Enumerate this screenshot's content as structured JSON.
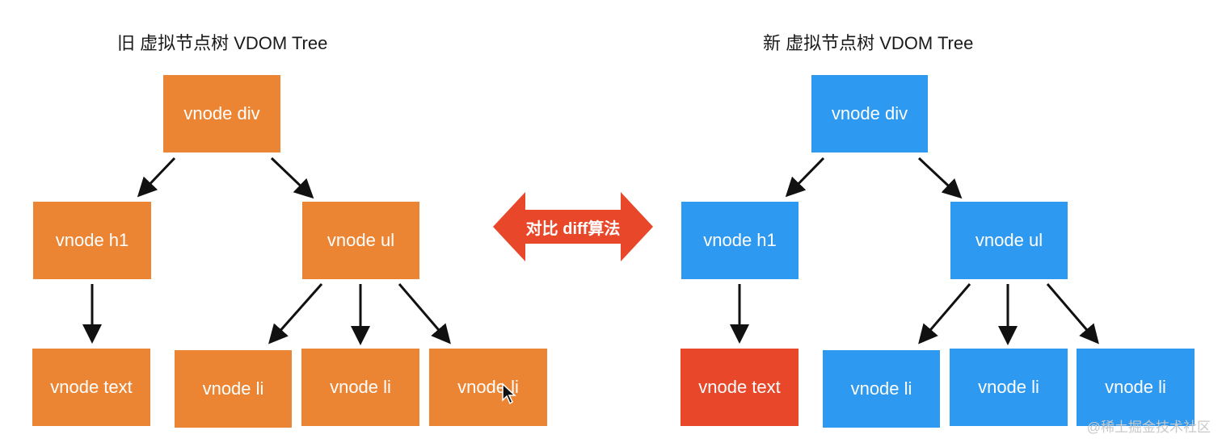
{
  "old_tree": {
    "title": "旧 虚拟节点树 VDOM Tree",
    "root": "vnode div",
    "h1": "vnode h1",
    "ul": "vnode ul",
    "text": "vnode text",
    "li_1": "vnode li",
    "li_2": "vnode li",
    "li_3": "vnode li"
  },
  "new_tree": {
    "title": "新 虚拟节点树 VDOM Tree",
    "root": "vnode div",
    "h1": "vnode h1",
    "ul": "vnode ul",
    "text": "vnode text",
    "li_1": "vnode li",
    "li_2": "vnode li",
    "li_3": "vnode li"
  },
  "compare": {
    "label": "对比 diff算法"
  },
  "watermark": {
    "text": "@稀土掘金技术社区"
  },
  "colors": {
    "old_node": "#ec8533",
    "new_node": "#2e99f1",
    "changed_node": "#e8472a",
    "compare_arrow": "#e8472a"
  }
}
